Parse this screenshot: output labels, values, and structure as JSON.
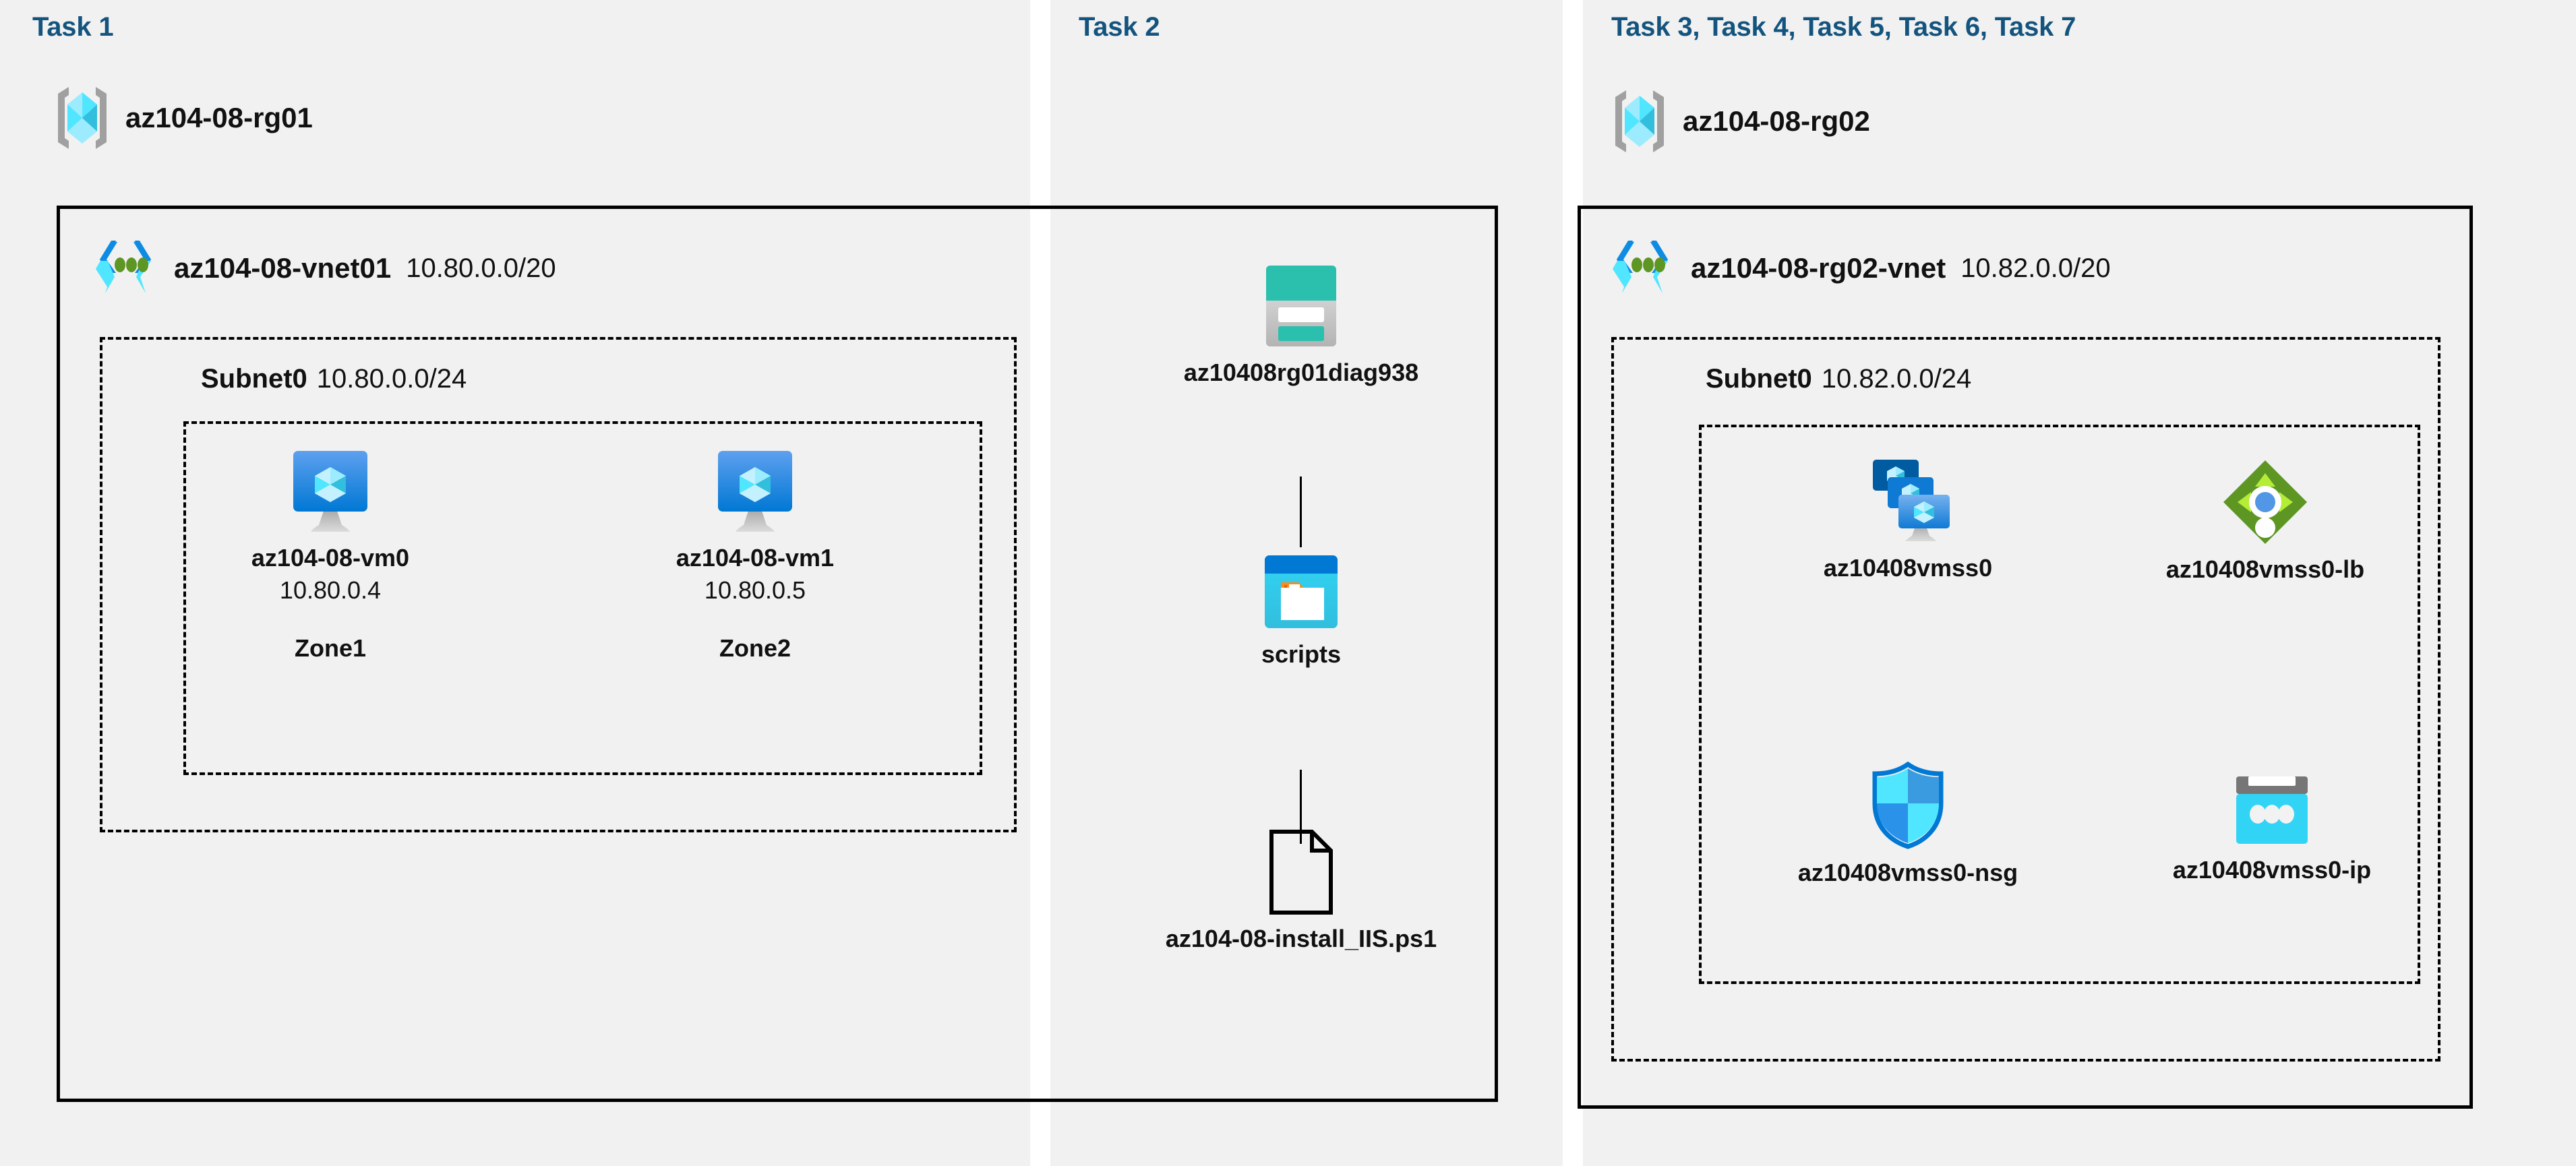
{
  "panels": {
    "task1": {
      "title": "Task 1"
    },
    "task2": {
      "title": "Task 2"
    },
    "task3": {
      "title": "Task 3, Task 4, Task 5, Task 6, Task 7"
    }
  },
  "resource_groups": [
    {
      "name": "az104-08-rg01",
      "icon": "resource-group-icon"
    },
    {
      "name": "az104-08-rg02",
      "icon": "resource-group-icon"
    }
  ],
  "vnets": [
    {
      "name": "az104-08-vnet01",
      "cidr": "10.80.0.0/20",
      "icon": "virtual-network-icon"
    },
    {
      "name": "az104-08-rg02-vnet",
      "cidr": "10.82.0.0/20",
      "icon": "virtual-network-icon"
    }
  ],
  "subnets": [
    {
      "name": "Subnet0",
      "cidr": "10.80.0.0/24"
    },
    {
      "name": "Subnet0",
      "cidr": "10.82.0.0/24"
    }
  ],
  "vms": [
    {
      "name": "az104-08-vm0",
      "ip": "10.80.0.4",
      "zone": "Zone1",
      "icon": "virtual-machine-icon"
    },
    {
      "name": "az104-08-vm1",
      "ip": "10.80.0.5",
      "zone": "Zone2",
      "icon": "virtual-machine-icon"
    }
  ],
  "storage": {
    "account": {
      "name": "az10408rg01diag938",
      "icon": "storage-account-icon"
    },
    "container": {
      "name": "scripts",
      "icon": "blob-container-icon"
    },
    "file": {
      "name": "az104-08-install_IIS.ps1",
      "icon": "script-file-icon"
    }
  },
  "scale_set_resources": [
    {
      "name": "az10408vmss0",
      "icon": "vm-scale-set-icon"
    },
    {
      "name": "az10408vmss0-lb",
      "icon": "load-balancer-icon"
    },
    {
      "name": "az10408vmss0-nsg",
      "icon": "network-security-group-icon"
    },
    {
      "name": "az10408vmss0-ip",
      "icon": "public-ip-address-icon"
    }
  ],
  "colors": {
    "panel_background": "#f1f1f1",
    "page_background": "#ffffff",
    "task_title": "#13547f",
    "border": "#000000",
    "azure_blue": "#0078d4",
    "azure_cyan": "#50e6ff",
    "storage_teal": "#2bbfad",
    "load_balancer_green": "#6bb700",
    "folder_orange": "#f78d1e"
  }
}
